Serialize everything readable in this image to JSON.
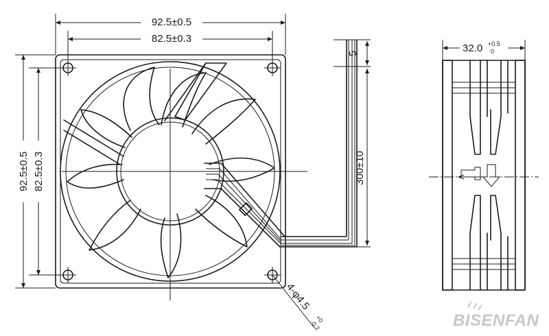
{
  "front_view": {
    "overall_width": "92.5±0.5",
    "mounting_width": "82.5±0.3",
    "overall_height": "92.5±0.5",
    "mounting_height": "82.5±0.3",
    "lead_length": "300±10",
    "lead_stripped": "5",
    "hole_spec_main": "4-φ4.5",
    "hole_tol_upper": "+0",
    "hole_tol_lower": "-0.2"
  },
  "side_view": {
    "depth_main": "32.0",
    "depth_tol_upper": "+0.5",
    "depth_tol_lower": "0"
  },
  "brand": {
    "logo_text": "BISENFAN",
    "accent_color": "#c8c8c8"
  }
}
